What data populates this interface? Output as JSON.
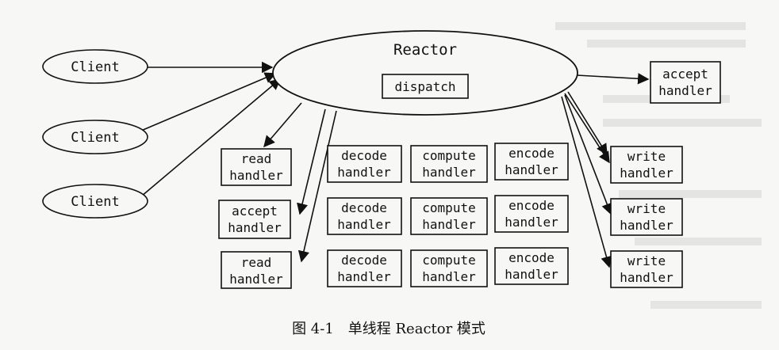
{
  "diagram": {
    "reactor": {
      "label": "Reactor",
      "dispatch_label": "dispatch"
    },
    "clients": [
      {
        "label": "Client"
      },
      {
        "label": "Client"
      },
      {
        "label": "Client"
      }
    ],
    "right_accept_handler": {
      "line1": "accept",
      "line2": "handler"
    },
    "left_handlers": [
      {
        "line1": "read",
        "line2": "handler"
      },
      {
        "line1": "accept",
        "line2": "handler"
      },
      {
        "line1": "read",
        "line2": "handler"
      }
    ],
    "decode_handlers": [
      {
        "line1": "decode",
        "line2": "handler"
      },
      {
        "line1": "decode",
        "line2": "handler"
      },
      {
        "line1": "decode",
        "line2": "handler"
      }
    ],
    "compute_handlers": [
      {
        "line1": "compute",
        "line2": "handler"
      },
      {
        "line1": "compute",
        "line2": "handler"
      },
      {
        "line1": "compute",
        "line2": "handler"
      }
    ],
    "encode_handlers": [
      {
        "line1": "encode",
        "line2": "handler"
      },
      {
        "line1": "encode",
        "line2": "handler"
      },
      {
        "line1": "encode",
        "line2": "handler"
      }
    ],
    "write_handlers": [
      {
        "line1": "write",
        "line2": "handler"
      },
      {
        "line1": "write",
        "line2": "handler"
      },
      {
        "line1": "write",
        "line2": "handler"
      }
    ],
    "caption": "图 4-1　单线程 Reactor 模式"
  }
}
